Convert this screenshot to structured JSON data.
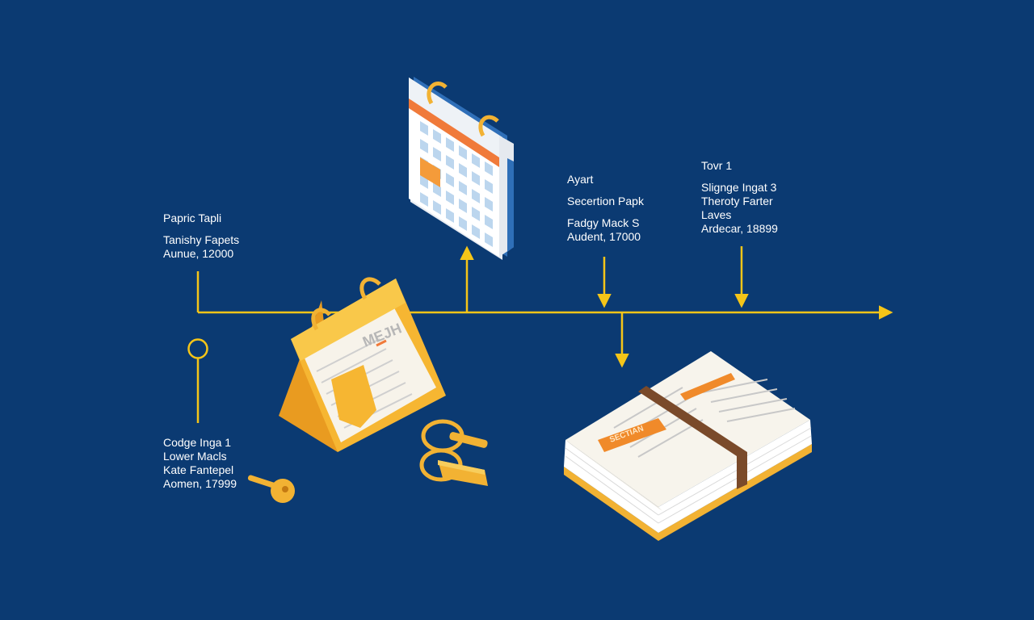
{
  "colors": {
    "background": "#0b3a72",
    "timeline": "#f5c518",
    "accent_orange": "#f08a2a",
    "gold": "#f2b233",
    "paper": "#f4f1ea",
    "strap": "#7a4a2a"
  },
  "labels": {
    "left_top": {
      "title": "Papric Tapli",
      "lines": [
        "Tanishy Fapets",
        "Aunue, 12000"
      ]
    },
    "left_bottom": {
      "title": "Codge Inga 1",
      "lines": [
        "Lower Macls",
        "Kate Fantepel",
        "Aomen, 17999"
      ]
    },
    "middle": {
      "title": "Ayart",
      "sub": "Secertion Papk",
      "lines": [
        "Fadgy Mack S",
        "Audent, 17000"
      ]
    },
    "right": {
      "title": "Tovr 1",
      "lines": [
        "Slignge Ingat 3",
        "Theroty Farter",
        "Laves",
        "Ardecar, 18899"
      ]
    }
  },
  "desk_calendar_text": "MEJH",
  "book_tag_text": "SECTIAN",
  "icons": [
    "wall-calendar-icon",
    "desk-calendar-icon",
    "key-icon",
    "keyring-icon",
    "book-stack-icon"
  ]
}
